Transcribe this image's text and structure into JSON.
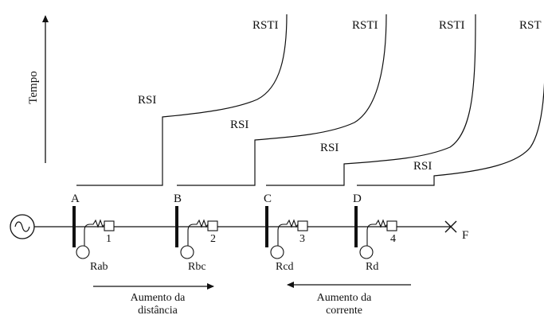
{
  "axis": {
    "label": "Tempo"
  },
  "curves": [
    {
      "rsi": "RSI",
      "rsti": "RSTI"
    },
    {
      "rsi": "RSI",
      "rsti": "RSTI"
    },
    {
      "rsi": "RSI",
      "rsti": "RSTI"
    },
    {
      "rsi": "RSI",
      "rsti": "RST"
    }
  ],
  "buses": [
    "A",
    "B",
    "C",
    "D"
  ],
  "relays": [
    {
      "number": "1",
      "resistor": "Rab"
    },
    {
      "number": "2",
      "resistor": "Rbc"
    },
    {
      "number": "3",
      "resistor": "Rcd"
    },
    {
      "number": "4",
      "resistor": "Rd"
    }
  ],
  "fault": {
    "label": "F"
  },
  "arrows": {
    "distance": {
      "line1": "Aumento da",
      "line2": "distância"
    },
    "current": {
      "line1": "Aumento da",
      "line2": "corrente"
    }
  }
}
